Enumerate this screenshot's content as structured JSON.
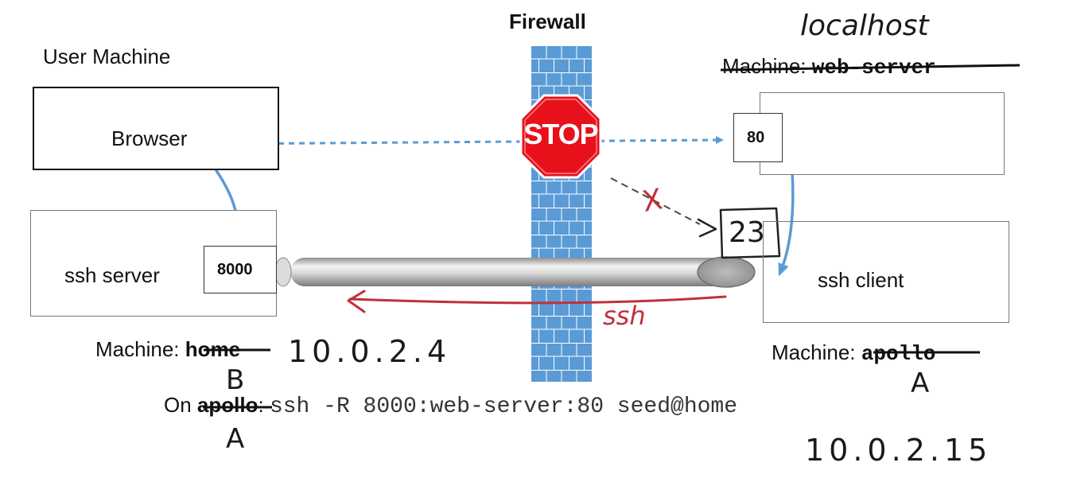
{
  "firewall": {
    "title": "Firewall",
    "stop_sign": "STOP"
  },
  "user_machine": {
    "label": "User Machine",
    "browser_label": "Browser",
    "ssh_server_label": "ssh server",
    "port": "8000",
    "machine_prefix": "Machine: ",
    "machine_name": "home",
    "handwritten_letter": "B",
    "handwritten_ip": "10.0.2.4"
  },
  "web_server": {
    "handwritten_note": "localhost",
    "machine_prefix": "Machine: ",
    "machine_name": "web-server",
    "port": "80"
  },
  "client_machine": {
    "ssh_client_label": "ssh client",
    "handwritten_port": "23",
    "machine_prefix": "Machine: ",
    "machine_name": "apollo",
    "handwritten_letter": "A",
    "handwritten_ip": "10.0.2.15"
  },
  "annotations": {
    "blocked_mark": "X",
    "tunnel_label": "ssh"
  },
  "command": {
    "prefix": "On ",
    "host": "apollo",
    "separator": ": ",
    "text": "ssh -R 8000:web-server:80 seed@home",
    "handwritten_letter": "A"
  },
  "colors": {
    "firewall": "#5b9bd5",
    "arrow_blue": "#5b9bd5",
    "stop_red": "#e8111b",
    "annotation_red": "#c0303a",
    "tunnel_gray": "#b9b9b9"
  }
}
